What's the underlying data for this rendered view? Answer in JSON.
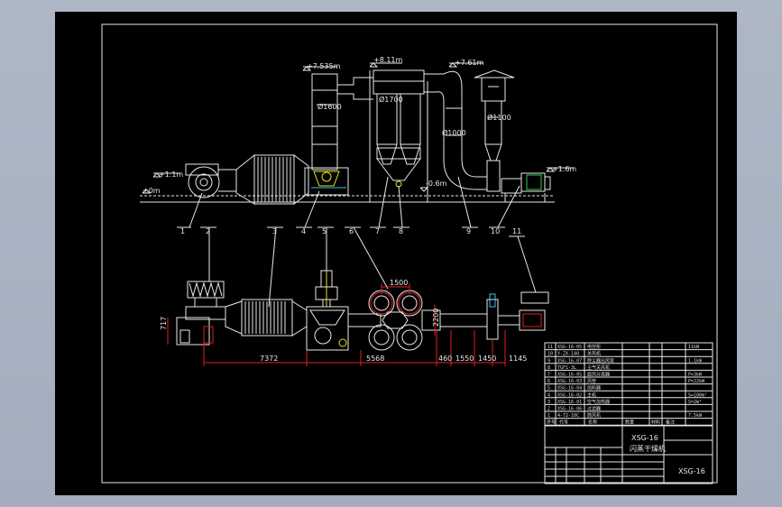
{
  "elevation_view": {
    "levels": [
      "+7.535m",
      "+8.11m",
      "+7.61m",
      "+1.1m",
      "±0m",
      "+1.6m",
      "-0.6m"
    ],
    "diameters": [
      "Ø1600",
      "Ø1700",
      "Ø1000",
      "Ø1100"
    ]
  },
  "callouts": [
    "1",
    "2",
    "3",
    "4",
    "5",
    "6",
    "7",
    "8",
    "9",
    "10",
    "11"
  ],
  "plan_view": {
    "dims": [
      "7372",
      "5568",
      "460",
      "1550",
      "1450",
      "1145",
      "1500",
      "2200",
      "717"
    ]
  },
  "parts_list": [
    {
      "no": "11",
      "code": "XSG-16-05",
      "name": "电控柜"
    },
    {
      "no": "10",
      "code": "Y-ZX-140",
      "name": "关风机"
    },
    {
      "no": "9",
      "code": "XSG-16-07",
      "name": "除尘器出风管"
    },
    {
      "no": "8",
      "code": "TGF1-3L",
      "name": "尘气关风机"
    },
    {
      "no": "7",
      "code": "XSG-16-05",
      "name": "旋风分离器"
    },
    {
      "no": "6",
      "code": "XSG-16-03",
      "name": "风管"
    },
    {
      "no": "5",
      "code": "XSG-16-04",
      "name": "加料器"
    },
    {
      "no": "4",
      "code": "XSG-16-02",
      "name": "主机"
    },
    {
      "no": "3",
      "code": "XSG-16-01",
      "name": "空气加热器"
    },
    {
      "no": "2",
      "code": "XSG-16-06",
      "name": "过滤器"
    },
    {
      "no": "1",
      "code": "4-72-10C",
      "name": "鼓风机"
    }
  ],
  "parts_specs": [
    "11kW",
    "1.1kW",
    "P=3kW",
    "P=22kW",
    "S=100m²",
    "S=2m²",
    "7.5kW"
  ],
  "parts_header": [
    "序号",
    "代号",
    "名称",
    "数量",
    "材料",
    "备注"
  ],
  "title_block": {
    "drawing_no": "XSG-16",
    "title": "闪蒸干燥机",
    "drawing_no_right": "XSG-16"
  }
}
